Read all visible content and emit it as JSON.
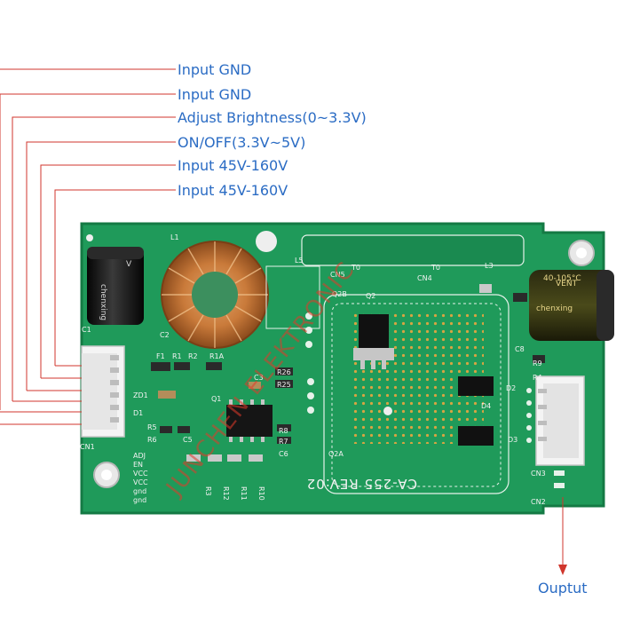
{
  "labels": {
    "pins": [
      "Input GND",
      "Input GND",
      "Adjust Brightness(0~3.3V)",
      "ON/OFF(3.3V~5V)",
      "Input 45V-160V",
      "Input 45V-160V"
    ],
    "output": "Ouptut"
  },
  "board": {
    "model": "CA-255 REV:02",
    "connectors": {
      "cn1": "CN1",
      "cn2": "CN2",
      "cn3": "CN3",
      "cn4": "CN4",
      "cn5": "CN5"
    },
    "pin_marks": {
      "en": "EN",
      "vcc": "VCC",
      "vcc2": "VCC",
      "gnd": "gnd",
      "gnd2": "gnd",
      "adj": "ADJ"
    },
    "refs": [
      "L1",
      "L5",
      "C1",
      "C2",
      "F1",
      "R1",
      "R2",
      "R1A",
      "Q1",
      "R26",
      "R25",
      "C3",
      "ZD1",
      "D1",
      "R5",
      "R6",
      "C5",
      "R7",
      "C6",
      "R8",
      "R3",
      "R12",
      "R11",
      "R10",
      "Q2",
      "Q2B",
      "Q2A",
      "L3",
      "D2",
      "D4",
      "D3",
      "C8",
      "T0",
      "T0",
      "R9",
      "R4"
    ],
    "cap1_text": [
      "chenxing",
      "V"
    ],
    "cap2_text": [
      "VENT",
      "chenxing",
      "40-105°C"
    ]
  },
  "watermark": "JUNCHEN ELEKTRONIC",
  "colors": {
    "pcb": "#1f9a5a",
    "pcb_dark": "#16804a",
    "label_line": "#d0362c",
    "label_text": "#2b6cc4",
    "capacitor": "#1a1a1a",
    "copper": "#c97a3a"
  }
}
